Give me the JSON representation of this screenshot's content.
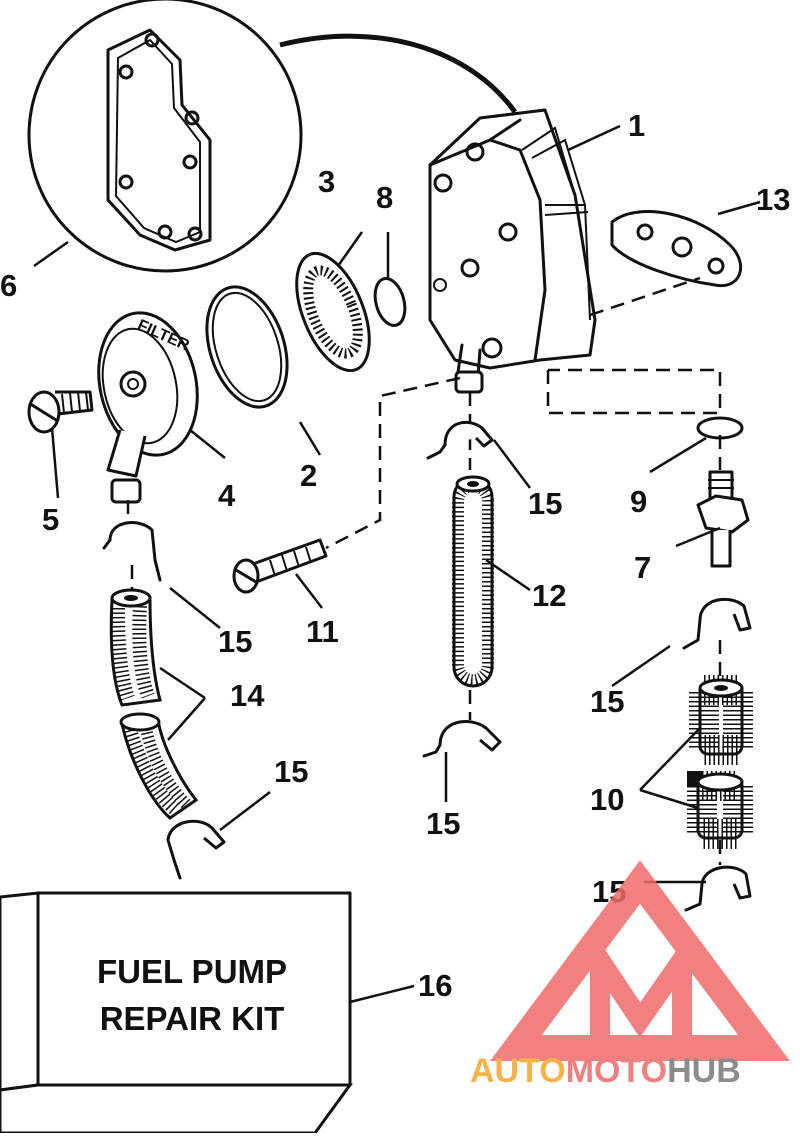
{
  "callouts": [
    {
      "id": "1",
      "text": "1"
    },
    {
      "id": "2",
      "text": "2"
    },
    {
      "id": "3",
      "text": "3"
    },
    {
      "id": "4",
      "text": "4"
    },
    {
      "id": "5",
      "text": "5"
    },
    {
      "id": "6",
      "text": "6"
    },
    {
      "id": "7",
      "text": "7"
    },
    {
      "id": "8",
      "text": "8"
    },
    {
      "id": "9",
      "text": "9"
    },
    {
      "id": "10",
      "text": "10"
    },
    {
      "id": "11",
      "text": "11"
    },
    {
      "id": "12",
      "text": "12"
    },
    {
      "id": "13",
      "text": "13"
    },
    {
      "id": "14",
      "text": "14"
    },
    {
      "id": "15a",
      "text": "15"
    },
    {
      "id": "15b",
      "text": "15"
    },
    {
      "id": "15c",
      "text": "15"
    },
    {
      "id": "15d",
      "text": "15"
    },
    {
      "id": "15e",
      "text": "15"
    },
    {
      "id": "15f",
      "text": "15"
    },
    {
      "id": "16",
      "text": "16"
    }
  ],
  "filter_cover_text": "FILTER",
  "kit_box": {
    "line1": "FUEL PUMP",
    "line2": "REPAIR KIT"
  },
  "watermark": {
    "part1": "AUTO",
    "part2": "MOTO",
    "part3": "HUB",
    "color_part1": "#F7B24A",
    "color_part2": "#F08080",
    "color_part3": "#8C8C8C",
    "logo_color": "#F26B6B"
  }
}
